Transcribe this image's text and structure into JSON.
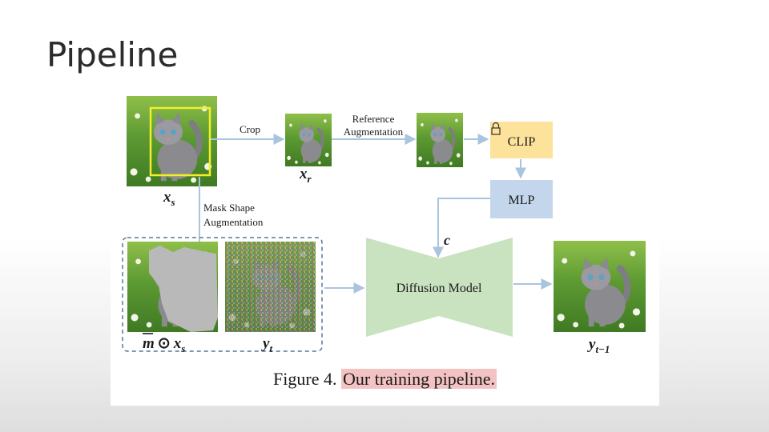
{
  "slide": {
    "title": "Pipeline"
  },
  "figure": {
    "labels": {
      "crop": "Crop",
      "ref_aug_line1": "Reference",
      "ref_aug_line2": "Augmentation",
      "clip": "CLIP",
      "mlp": "MLP",
      "mask_aug_line1": "Mask Shape",
      "mask_aug_line2": "Augmentation",
      "diffusion": "Diffusion Model",
      "cond": "c",
      "xs_var": "x",
      "xs_sub": "s",
      "xr_var": "x",
      "xr_sub": "r",
      "masked_bar_m": "m",
      "masked_odot": "⊙",
      "masked_x": "x",
      "masked_sub": "s",
      "yt_var": "y",
      "yt_sub": "t",
      "yt1_var": "y",
      "yt1_sub": "t−1"
    },
    "icons": {
      "lock": "lock-icon",
      "image": "cat-photo"
    },
    "colors": {
      "arrow": "#a9c4de",
      "clip_box": "#fce29a",
      "mlp_box": "#c3d6ec",
      "diffusion": "#c9e3c0",
      "crop_box": "#f2ef2a",
      "mask": "#b9b9b9",
      "dashed": "#5a7592",
      "highlight": "#f3c2c2"
    },
    "caption": {
      "prefix": "Figure 4.",
      "highlighted": "Our training pipeline."
    }
  }
}
